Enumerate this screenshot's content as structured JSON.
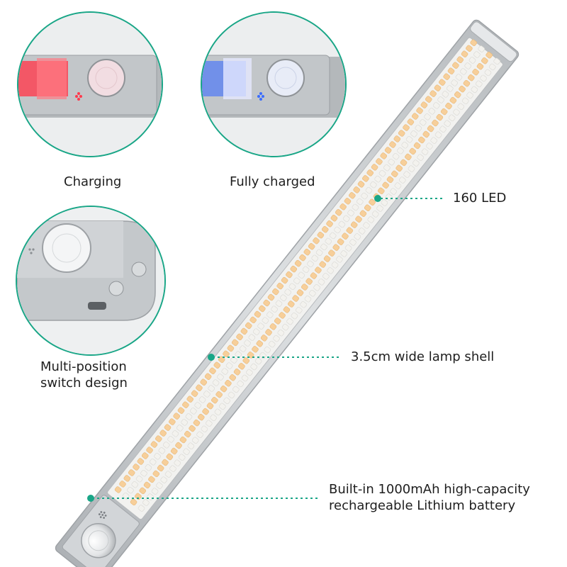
{
  "callouts": {
    "charging": "Charging",
    "fully_charged": "Fully charged",
    "switch_line1": "Multi-position",
    "switch_line2": "switch design",
    "led_count": "160 LED",
    "lamp_shell": "3.5cm wide lamp shell",
    "battery_line1": "Built-in 1000mAh high-capacity",
    "battery_line2": "rechargeable Lithium battery"
  },
  "colors": {
    "accent": "#19a687",
    "charging_indicator": "#ff3b4e",
    "charged_indicator": "#3b6dff",
    "led_warm": "#f7cf9a",
    "led_cool": "#f3f2ee",
    "housing": "#c6c9cc"
  },
  "icons": {
    "motion_sensor": "pir-sensor-icon",
    "usb_port": "micro-usb-port-icon",
    "switch": "slide-switch-icon"
  }
}
